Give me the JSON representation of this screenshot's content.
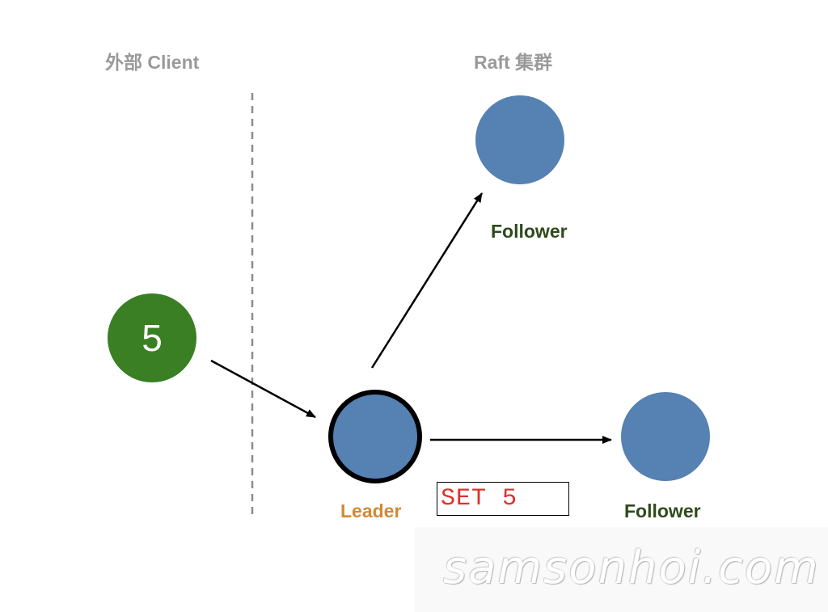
{
  "sections": {
    "client_label": "外部 Client",
    "cluster_label": "Raft 集群"
  },
  "client": {
    "value": "5"
  },
  "leader": {
    "label": "Leader"
  },
  "followers": [
    {
      "label": "Follower"
    },
    {
      "label": "Follower"
    }
  ],
  "command": {
    "text": "SET 5"
  },
  "watermark": {
    "text": "samsonhoi.com"
  },
  "colors": {
    "client_fill": "#3a7f24",
    "node_fill": "#5581b3",
    "leader_label": "#d08a35",
    "follower_label": "#2f4a1c",
    "section_label": "#9a9a9a",
    "command_text": "#e0302a"
  }
}
